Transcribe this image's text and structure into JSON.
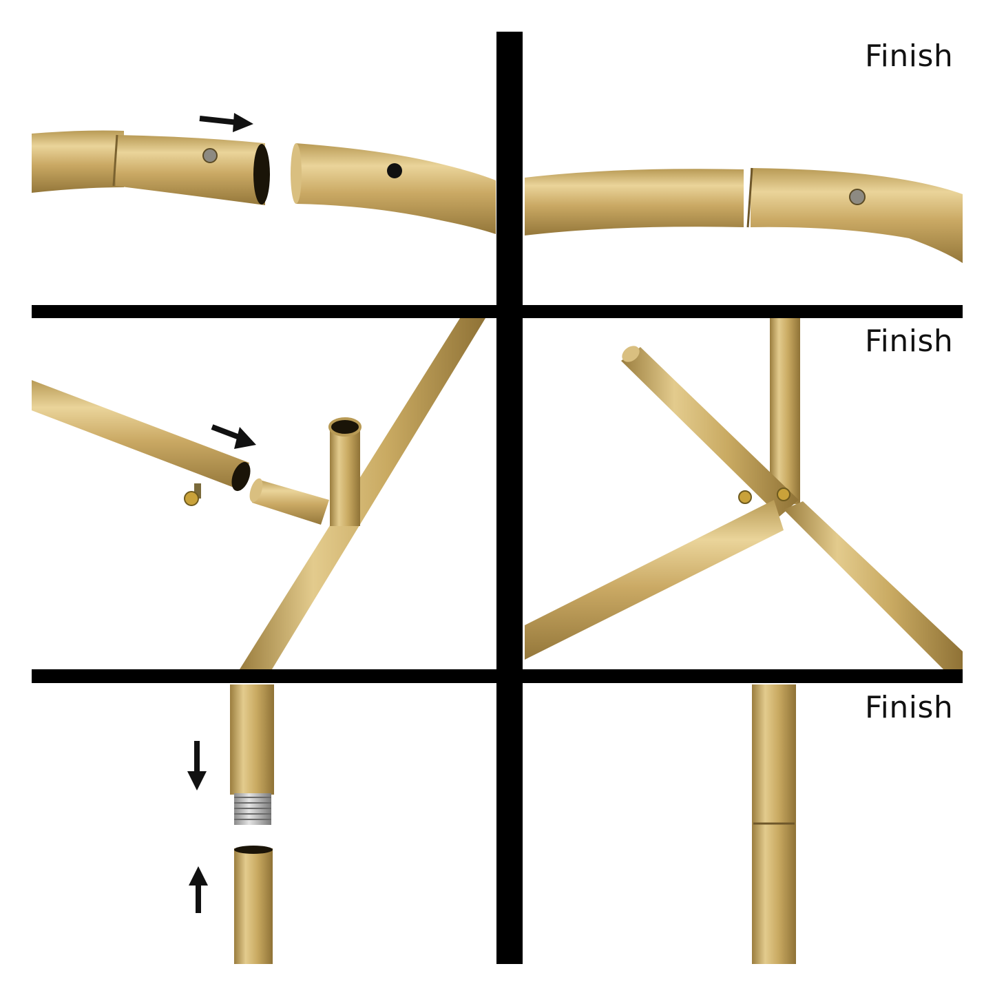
{
  "labels": {
    "finish_1": "Finish",
    "finish_2": "Finish",
    "finish_3": "Finish"
  },
  "colors": {
    "tube_gold": "#c9aa62",
    "tube_highlight": "#ead49a",
    "tube_shadow": "#9a7d3e",
    "divider_black": "#000000",
    "arrow_black": "#111111",
    "thread_silver": "#b8b8b8"
  },
  "icons": {
    "arrow_right_1": "arrow-right-icon",
    "arrow_right_2": "arrow-right-icon",
    "arrow_down": "arrow-down-icon",
    "arrow_up": "arrow-up-icon"
  }
}
